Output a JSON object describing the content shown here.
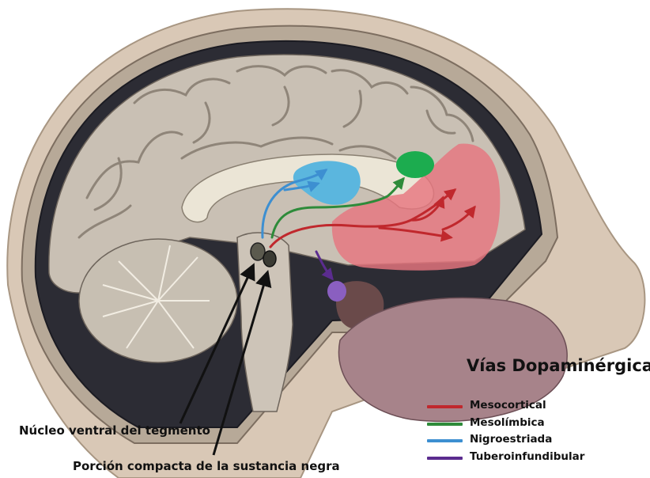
{
  "legend": {
    "title": "Vías Dopaminérgicas:",
    "items": [
      {
        "label": "Mesocortical",
        "color": "#c0282d"
      },
      {
        "label": "Mesolímbica",
        "color": "#2e8b3a"
      },
      {
        "label": "Nigroestriada",
        "color": "#3d8fd1"
      },
      {
        "label": "Tuberoinfundibular",
        "color": "#5b2c8f"
      }
    ]
  },
  "callouts": {
    "vta": "Núcleo ventral del tegmento",
    "snc": "Porción compacta de la sustancia negra"
  },
  "colors": {
    "frontal_region": "#e7757f",
    "striatum_region": "#5bb6de",
    "nucleus_accumbens": "#1cac4f",
    "pituitary": "#8a5fc0",
    "brain_tissue": "#c9c0b4",
    "scalp": "#d9c8b6"
  }
}
